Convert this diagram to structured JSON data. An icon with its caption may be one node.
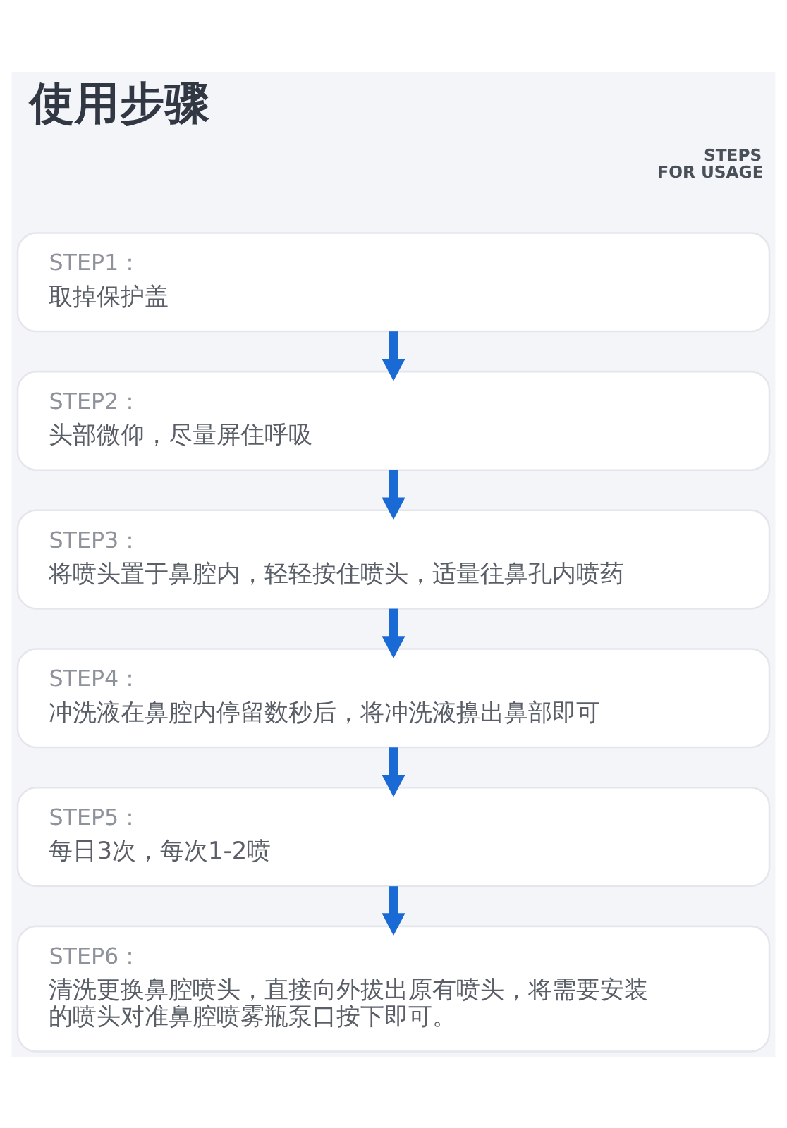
{
  "diagram": {
    "title": "使用步骤",
    "nodes": [
      {
        "text": [
          "STEP1：",
          "取掉保护盖"
        ]
      },
      {
        "text": [
          "STEP2：",
          "头部微仰，尽量屏住呼吸"
        ]
      },
      {
        "text": [
          "STEP3：",
          "将喷头置于鼻腔内，轻轻按住喷头，适量往鼻孔内喷药"
        ]
      },
      {
        "text": [
          "STEP4：",
          "冲洗液在鼻腔内停留数秒后，将冲洗液擤出鼻部即可"
        ]
      },
      {
        "text": [
          "STEP5：",
          "每日3次，每次1-2喷"
        ]
      },
      {
        "text": [
          "STEP6：",
          "清洗更换鼻腔喷头，直接向外拔出原有喷头，将需要安装的喷头对准鼻腔喷雾瓶泵口按下即可。"
        ]
      }
    ],
    "edges": [
      {
        "from": 0,
        "to": 1,
        "arrow": "to"
      },
      {
        "from": 1,
        "to": 2,
        "arrow": "to"
      },
      {
        "from": 2,
        "to": 3,
        "arrow": "to"
      },
      {
        "from": 3,
        "to": 4,
        "arrow": "to"
      },
      {
        "from": 4,
        "to": 5,
        "arrow": "to"
      }
    ],
    "labels": [
      "STEPS FOR USAGE"
    ]
  }
}
